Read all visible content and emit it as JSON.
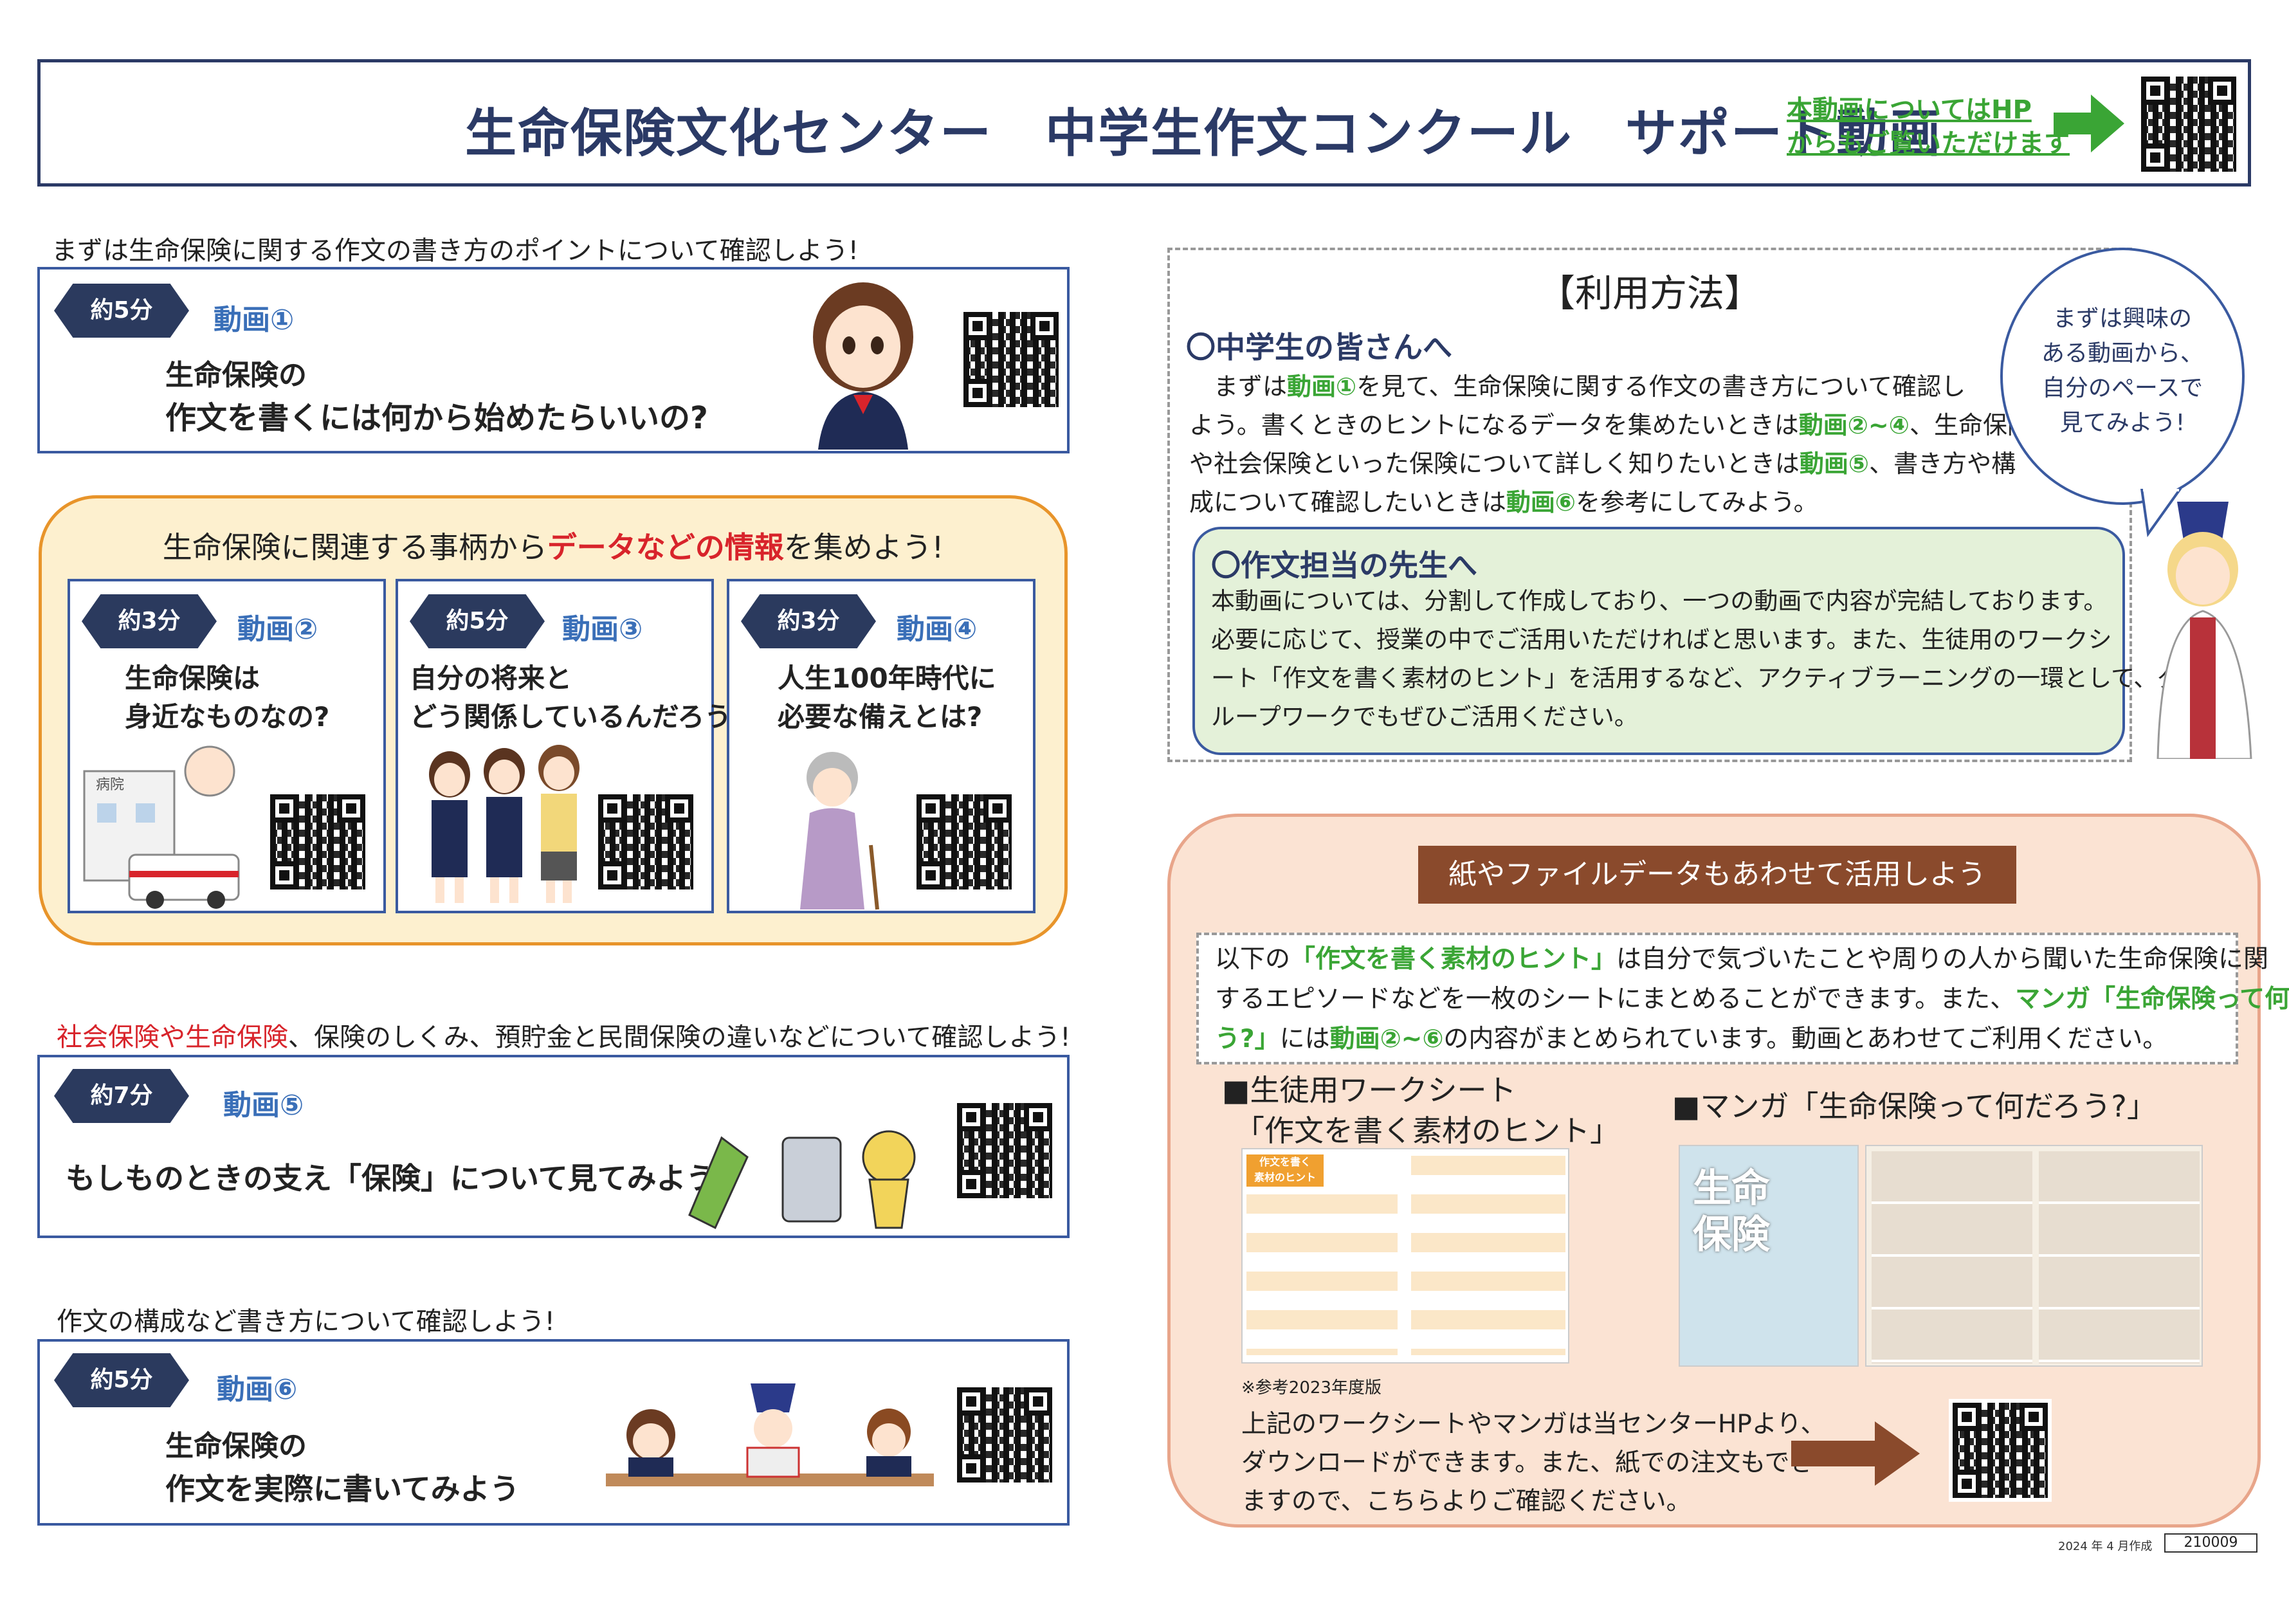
{
  "header": {
    "title": "生命保険文化センター　中学生作文コンクール　サポート動画",
    "hp_note_line1": "本動画についてはHP",
    "hp_note_line2": "からもご覧いただけます"
  },
  "section1": {
    "lead": "まずは生命保険に関する作文の書き方のポイントについて確認しよう!",
    "badge": "約5分",
    "label": "動画①",
    "line1": "生命保険の",
    "line2": "作文を書くには何から始めたらいいの?"
  },
  "data_section": {
    "heading_pre": "生命保険に関連する事柄から",
    "heading_hl": "データなどの情報",
    "heading_post": "を集めよう!",
    "videos": [
      {
        "badge": "約3分",
        "label": "動画②",
        "line1": "生命保険は",
        "line2": "身近なものなの?",
        "sign": "病院"
      },
      {
        "badge": "約5分",
        "label": "動画③",
        "line1": "自分の将来と",
        "line2": "どう関係しているんだろう?"
      },
      {
        "badge": "約3分",
        "label": "動画④",
        "line1": "人生100年時代に",
        "line2": "必要な備えとは?"
      }
    ]
  },
  "section5": {
    "lead_red": "社会保険や生命保険",
    "lead_rest": "、保険のしくみ、預貯金と民間保険の違いなどについて確認しよう!",
    "badge": "約7分",
    "label": "動画⑤",
    "line1": "もしものときの支え「保険」について見てみよう"
  },
  "section6": {
    "lead": "作文の構成など書き方について確認しよう!",
    "badge": "約5分",
    "label": "動画⑥",
    "line1": "生命保険の",
    "line2": "作文を実際に書いてみよう"
  },
  "usage": {
    "title": "【利用方法】",
    "students_heading": "〇中学生の皆さんへ",
    "s1_a": "まずは",
    "s1_v1": "動画①",
    "s1_b": "を見て、生命保険に関する作文の書き方について確認し",
    "s2_a": "よう。書くときのヒントになるデータを集めたいときは",
    "s2_v": "動画②~④",
    "s2_b": "、生命保険",
    "s3_a": "や社会保険といった保険について詳しく知りたいときは",
    "s3_v": "動画⑤",
    "s3_b": "、書き方や構",
    "s4_a": "成について確認したいときは",
    "s4_v": "動画⑥",
    "s4_b": "を参考にしてみよう。",
    "teachers_heading": "〇作文担当の先生へ",
    "t1": "本動画については、分割して作成しており、一つの動画で内容が完結しております。",
    "t2": "必要に応じて、授業の中でご活用いただければと思います。また、生徒用のワークシ",
    "t3": "ート「作文を書く素材のヒント」を活用するなど、アクティブラーニングの一環として、グ",
    "t4": "ループワークでもぜひご活用ください。"
  },
  "bubble": {
    "line1": "まずは興味の",
    "line2": "ある動画から、",
    "line3": "自分のペースで",
    "line4": "見てみよう!"
  },
  "paper": {
    "heading": "紙やファイルデータもあわせて活用しよう",
    "d1_a": "以下の",
    "d1_h": "「作文を書く素材のヒント」",
    "d1_b": "は自分で気づいたことや周りの人から聞いた生命保険に関",
    "d2_a": "するエピソードなどを一枚のシートにまとめることができます。また、",
    "d2_h": "マンガ「生命保険って何だろ",
    "d3_h": "う?」",
    "d3_a": "には",
    "d3_v": "動画②~⑥",
    "d3_b": "の内容がまとめられています。動画とあわせてご利用ください。",
    "ws_title1": "■生徒用ワークシート",
    "ws_title2": "「作文を書く素材のヒント」",
    "manga_title": "■マンガ「生命保険って何だろう?」",
    "ws_sheet_title1": "作文を書く",
    "ws_sheet_title2": "素材のヒント",
    "manga_cover1": "生命",
    "manga_cover2": "保険",
    "ws_note": "※参考2023年度版",
    "f1": "上記のワークシートやマンガは当センターHPより、",
    "f2": "ダウンロードができます。また、紙での注文もでき",
    "f3": "ますので、こちらよりご確認ください。"
  },
  "footer": {
    "date": "2024 年 4 月作成",
    "code": "210009"
  },
  "colors": {
    "navy": "#2b3a66",
    "green": "#3aa535",
    "red": "#d8242b",
    "orange": "#e8942a",
    "brown": "#8a4a2c"
  }
}
